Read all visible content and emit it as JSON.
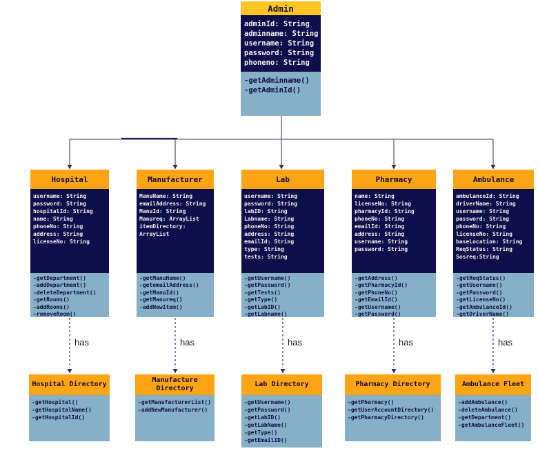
{
  "colors": {
    "admin_header": "#ffc522",
    "class_header": "#ffa414",
    "attributes_bg": "#0e0e4a",
    "methods_bg": "#85b0c7",
    "connector": "#4a4a72"
  },
  "admin": {
    "title": "Admin",
    "attributes": [
      "adminId: String",
      "adminname: String",
      "username: String",
      "password: String",
      "phoneno: String"
    ],
    "methods": [
      "-getAdminname()",
      "-getAdminId()"
    ]
  },
  "classes": [
    {
      "title": "Hospital",
      "attributes": [
        "username: String",
        "password: String",
        "hospitalId: String",
        "name: String",
        "phoneNo: String",
        "address: String",
        "licenseNo: String"
      ],
      "methods": [
        "-getDepartment()",
        "-addDepartment()",
        "-deleteDepartment()",
        "-getRooms()",
        "-addRooms()",
        "-removeRoom()"
      ]
    },
    {
      "title": "Manufacturer",
      "attributes": [
        "ManuName: String",
        "emailAddress: String",
        "ManuId: String",
        "Manureq: ArrayList",
        "itemDirectory:",
        "ArrayList"
      ],
      "methods": [
        "-getManuName()",
        "-getemailAddress()",
        "-getManuId()",
        "-getManureq()",
        "-addNewItem()"
      ]
    },
    {
      "title": "Lab",
      "attributes": [
        "username: String",
        "password: String",
        "labID: String",
        "Labname: String",
        "phoneNo: String",
        "address: String",
        "emailId: String",
        "type: String",
        "tests: String"
      ],
      "methods": [
        "-getUsername()",
        "-getPassword()",
        "-getTests()",
        "-getType()",
        "-getLabID()",
        "-getLabname()"
      ]
    },
    {
      "title": "Pharmacy",
      "attributes": [
        "name: String",
        "licenseNo: String",
        "pharmacyId: String",
        "phoneNo: String",
        "emailId: String",
        "address: String",
        "username: String",
        "password: String"
      ],
      "methods": [
        "-getAddress()",
        "-getPharmacyId()",
        "-getPhoneNo()",
        "-getEmailId()",
        "-getUsername()",
        "-getPassword()"
      ]
    },
    {
      "title": "Ambulance",
      "attributes": [
        "ambulanceId: String",
        "driverName: String",
        "username: String",
        "password: String",
        "phoneNo: String",
        "licenseNo: String",
        "baseLocation: String",
        "ReqStatus: String",
        "Sosreq:String"
      ],
      "methods": [
        "-getReqStatus()",
        "-getUsername()",
        "-getPassword()",
        "-getLicenseNo()",
        "-getAmbulanceId()",
        "-getDriverName()"
      ]
    }
  ],
  "directories": [
    {
      "title": "Hospital Directory",
      "methods": [
        "-getHospital()",
        "-getHospitalName()",
        "-getHospitalId()"
      ]
    },
    {
      "title": "Manufacture Directory",
      "methods": [
        "-getManufacturerList()",
        "-addNewManufacturer()"
      ]
    },
    {
      "title": "Lab Directory",
      "methods": [
        "-getUsername()",
        "-getPassword()",
        "-getLabID()",
        "-getLabName()",
        "-getType()",
        "-getEmailID()"
      ]
    },
    {
      "title": "Pharmacy Directory",
      "methods": [
        "-getPharmacy()",
        "-getUserAccountDirectory()",
        "-getPharmacyDirectory()"
      ]
    },
    {
      "title": "Ambulance Fleet",
      "methods": [
        "-addAmbulance()",
        "-deleteAmbulance()",
        "-getDepartment()",
        "-getAmbulanceFleet()"
      ]
    }
  ],
  "relations": [
    {
      "label": "has"
    },
    {
      "label": "has"
    },
    {
      "label": "has"
    },
    {
      "label": "has"
    },
    {
      "label": "has"
    }
  ]
}
